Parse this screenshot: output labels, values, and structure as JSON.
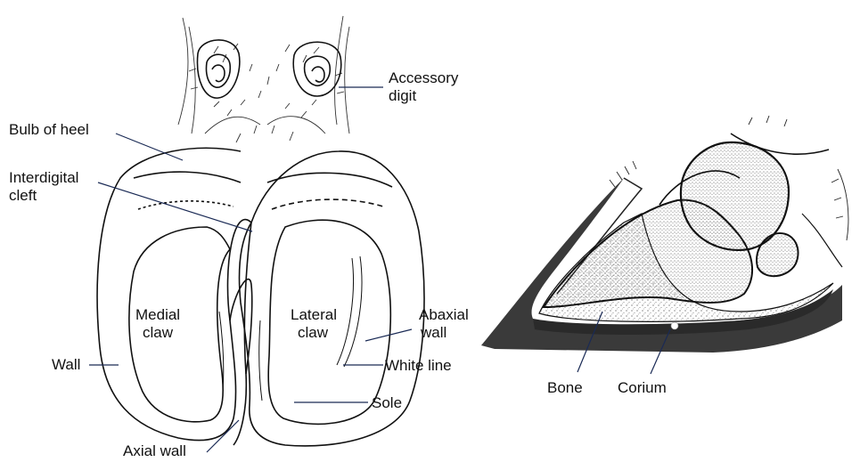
{
  "labels": {
    "accessory_digit_1": "Accessory",
    "accessory_digit_2": "digit",
    "bulb_of_heel": "Bulb of heel",
    "interdigital_cleft_1": "Interdigital",
    "interdigital_cleft_2": "cleft",
    "medial_claw_1": "Medial",
    "medial_claw_2": "claw",
    "lateral_claw_1": "Lateral",
    "lateral_claw_2": "claw",
    "abaxial_wall_1": "Abaxial",
    "abaxial_wall_2": "wall",
    "white_line": "White line",
    "wall": "Wall",
    "sole": "Sole",
    "axial_wall": "Axial wall",
    "bone": "Bone",
    "corium": "Corium"
  },
  "colors": {
    "ink": "#111111",
    "horn": "#3a3a3a",
    "stipple": "#555555"
  }
}
